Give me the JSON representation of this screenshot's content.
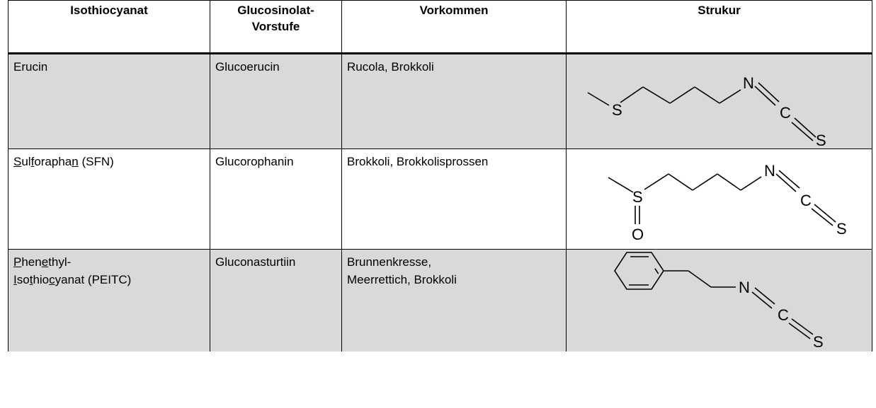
{
  "headers": {
    "isothiocyanat": "Isothiocyanat",
    "vorstufe_line1": "Glucosinolat-",
    "vorstufe_line2": "Vorstufe",
    "vorkommen": "Vorkommen",
    "struktur": "Strukur"
  },
  "rows": [
    {
      "name_parts": [
        {
          "t": "Erucin",
          "u": false
        }
      ],
      "vorstufe": "Glucoerucin",
      "vorkommen": "Rucola, Brokkoli",
      "atoms": {
        "n": "N",
        "c": "C",
        "s1": "S",
        "s2": "S"
      }
    },
    {
      "name_parts": [
        {
          "t": "S",
          "u": true
        },
        {
          "t": "ul",
          "u": false
        },
        {
          "t": "f",
          "u": true
        },
        {
          "t": "oraph",
          "u": false
        },
        {
          "t": "a",
          "u": false
        },
        {
          "t": "n",
          "u": true
        },
        {
          "t": " (SFN)",
          "u": false
        }
      ],
      "vorstufe": "Glucorophanin",
      "vorkommen": "Brokkoli, Brokkolisprossen",
      "atoms": {
        "n": "N",
        "c": "C",
        "s1": "S",
        "s2": "S",
        "o": "O"
      }
    },
    {
      "name_line1_parts": [
        {
          "t": "P",
          "u": true
        },
        {
          "t": "hen",
          "u": false
        },
        {
          "t": "e",
          "u": true
        },
        {
          "t": "thyl-",
          "u": false
        }
      ],
      "name_line2_parts": [
        {
          "t": "I",
          "u": true
        },
        {
          "t": "so",
          "u": false
        },
        {
          "t": "t",
          "u": true
        },
        {
          "t": "hio",
          "u": false
        },
        {
          "t": "c",
          "u": true
        },
        {
          "t": "yanat (PEITC)",
          "u": false
        }
      ],
      "vorstufe": "Gluconasturtiin",
      "vorkommen_line1": "Brunnenkresse,",
      "vorkommen_line2": "Meerrettich, Brokkoli",
      "atoms": {
        "n": "N",
        "c": "C",
        "s": "S"
      }
    }
  ]
}
